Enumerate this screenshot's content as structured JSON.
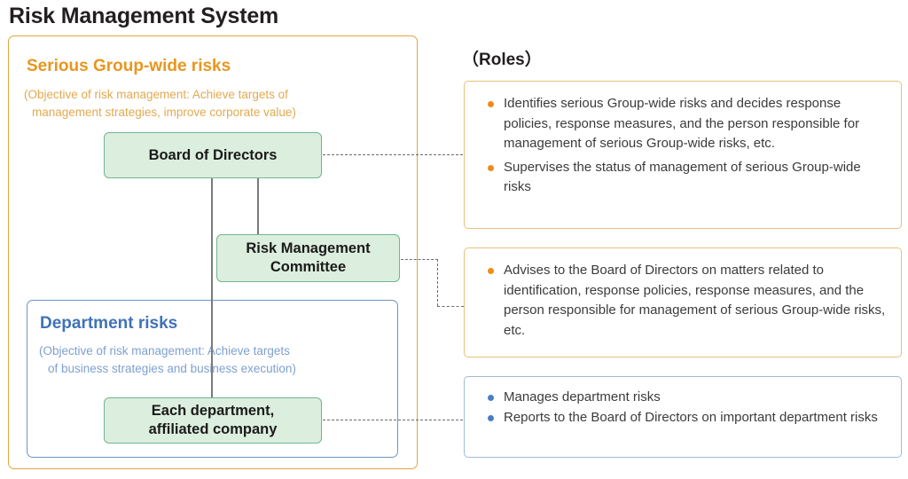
{
  "page": {
    "title": "Risk Management System"
  },
  "diagram": {
    "group_wide": {
      "heading": "Serious Group-wide risks",
      "subtitle_line1": "(Objective of risk management: Achieve targets of",
      "subtitle_line2": "management strategies, improve corporate value)",
      "border_color": "#e8a33d",
      "heading_color": "#e8961e"
    },
    "department": {
      "heading": "Department risks",
      "subtitle_line1": "(Objective of risk management: Achieve targets",
      "subtitle_line2": "of business strategies and business execution)",
      "border_color": "#6e93c8",
      "heading_color": "#3f72b8"
    },
    "nodes": [
      {
        "id": "board-of-directors",
        "label": "Board of Directors"
      },
      {
        "id": "risk-management-committee",
        "label": "Risk Management\nCommittee"
      },
      {
        "id": "each-department",
        "label": "Each department,\naffiliated company"
      }
    ],
    "node_fill": "#dceede",
    "node_border": "#72b58c"
  },
  "roles": {
    "title": "（Roles）",
    "boxes": [
      {
        "id": "roles-board-of-directors",
        "accent": "#f08c1a",
        "border": "#e8c07a",
        "items": [
          "Identifies serious Group-wide risks and decides response policies,  response measures, and the person responsible for management of  serious Group-wide risks, etc.",
          "Supervises the status of management of serious Group-wide risks"
        ]
      },
      {
        "id": "roles-risk-management-committee",
        "accent": "#f08c1a",
        "border": "#e8c07a",
        "items": [
          "Advises to the Board of Directors on matters related to identification, response policies, response measures, and the person responsible for management of  serious Group-wide risks, etc."
        ]
      },
      {
        "id": "roles-each-department",
        "accent": "#4a7ec2",
        "border": "#9dbbdd",
        "items": [
          "Manages department risks",
          "Reports to the Board of Directors on important department risks"
        ]
      }
    ]
  }
}
